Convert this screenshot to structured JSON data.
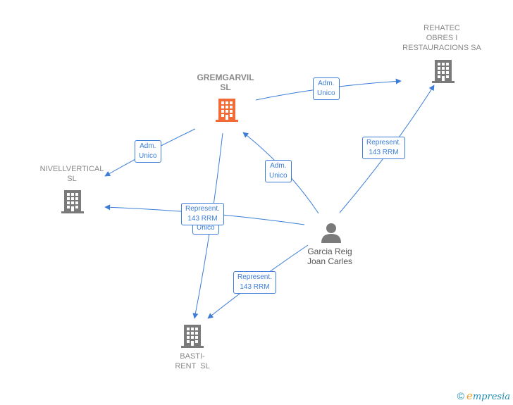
{
  "nodes": {
    "gremgarvil": {
      "lines": [
        "GREMGARVIL",
        "SL"
      ],
      "color": "#f26a35"
    },
    "rehatec": {
      "lines": [
        "REHATEC",
        "OBRES I",
        "RESTAURACIONS SA"
      ],
      "color": "#7a7a7a"
    },
    "nivellvertical": {
      "lines": [
        "NIVELLVERTICAL",
        "SL"
      ],
      "color": "#7a7a7a"
    },
    "basti": {
      "lines": [
        "BASTI-",
        "RENT  SL"
      ],
      "color": "#7a7a7a"
    },
    "person": {
      "lines": [
        "Garcia Reig",
        "Joan Carles"
      ],
      "color": "#7a7a7a"
    }
  },
  "edges": {
    "gremgarvil_rehatec": {
      "lines": [
        "Adm.",
        "Unico"
      ]
    },
    "gremgarvil_nivell": {
      "lines": [
        "Adm.",
        "Unico"
      ]
    },
    "person_gremgarvil": {
      "lines": [
        "Adm.",
        "Unico"
      ]
    },
    "person_rehatec": {
      "lines": [
        "Represent.",
        "143 RRM"
      ]
    },
    "person_nivell": {
      "lines": [
        "Represent.",
        "143 RRM"
      ]
    },
    "gremgarvil_basti_partial": {
      "lines": [
        "Unico"
      ]
    },
    "person_basti": {
      "lines": [
        "Represent.",
        "143 RRM"
      ]
    }
  },
  "colors": {
    "edge": "#3b7dd8",
    "accent": "#f26a35",
    "building": "#7a7a7a"
  },
  "footer": {
    "copyright": "©",
    "brand_initial": "e",
    "brand_rest": "mpresia"
  }
}
